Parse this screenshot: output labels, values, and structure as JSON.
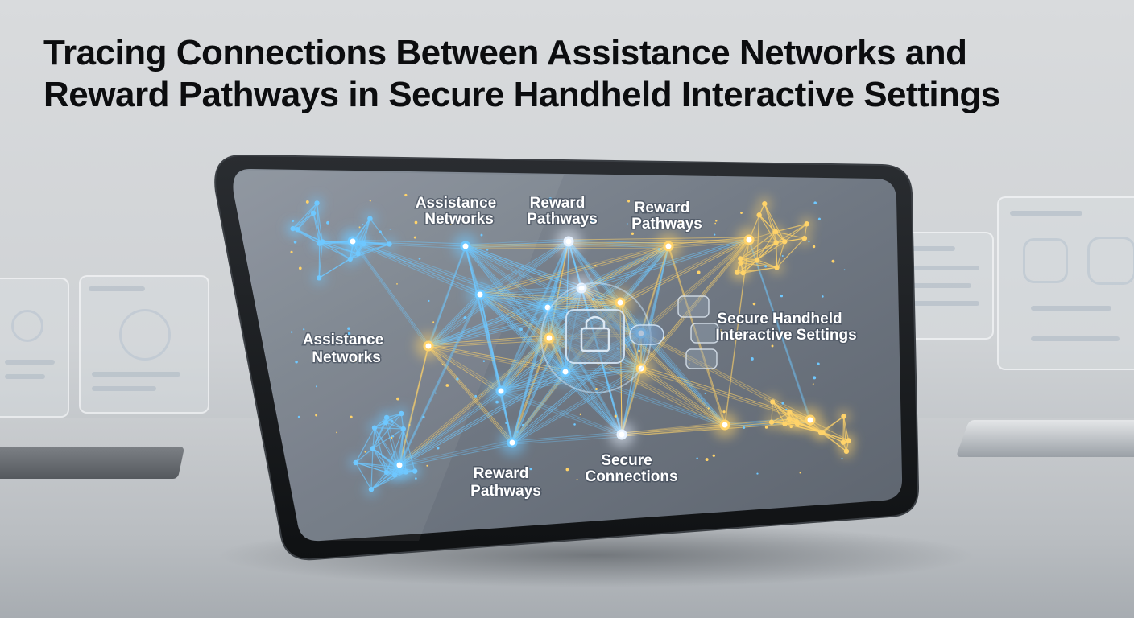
{
  "headline": {
    "line1": "Tracing Connections Between Assistance Networks and",
    "line2": "Reward Pathways in Secure Handheld Interactive Settings"
  },
  "screen_labels": {
    "assistance_top_1": "Assistance",
    "assistance_top_2": "Networks",
    "reward_top_a_1": "Reward",
    "reward_top_a_2": "Pathways",
    "reward_top_b_1": "Reward",
    "reward_top_b_2": "Pathways",
    "assistance_left_1": "Assistance",
    "assistance_left_2": "Networks",
    "secure_handheld_1": "Secure Handheld",
    "secure_handheld_2": "Interactive Settings",
    "reward_bottom_1": "Reward",
    "reward_bottom_2": "Pathways",
    "secure_conn_1": "Secure",
    "secure_conn_2": "Connections"
  },
  "icons": {
    "center": "padlock-icon",
    "side_panel": "padlock-icon"
  },
  "colors": {
    "blue_network": "#6fc8ff",
    "gold_network": "#ffd36a",
    "screen": "#6f7782",
    "bezel": "#16181b",
    "text_dark": "#0c0d0f"
  }
}
